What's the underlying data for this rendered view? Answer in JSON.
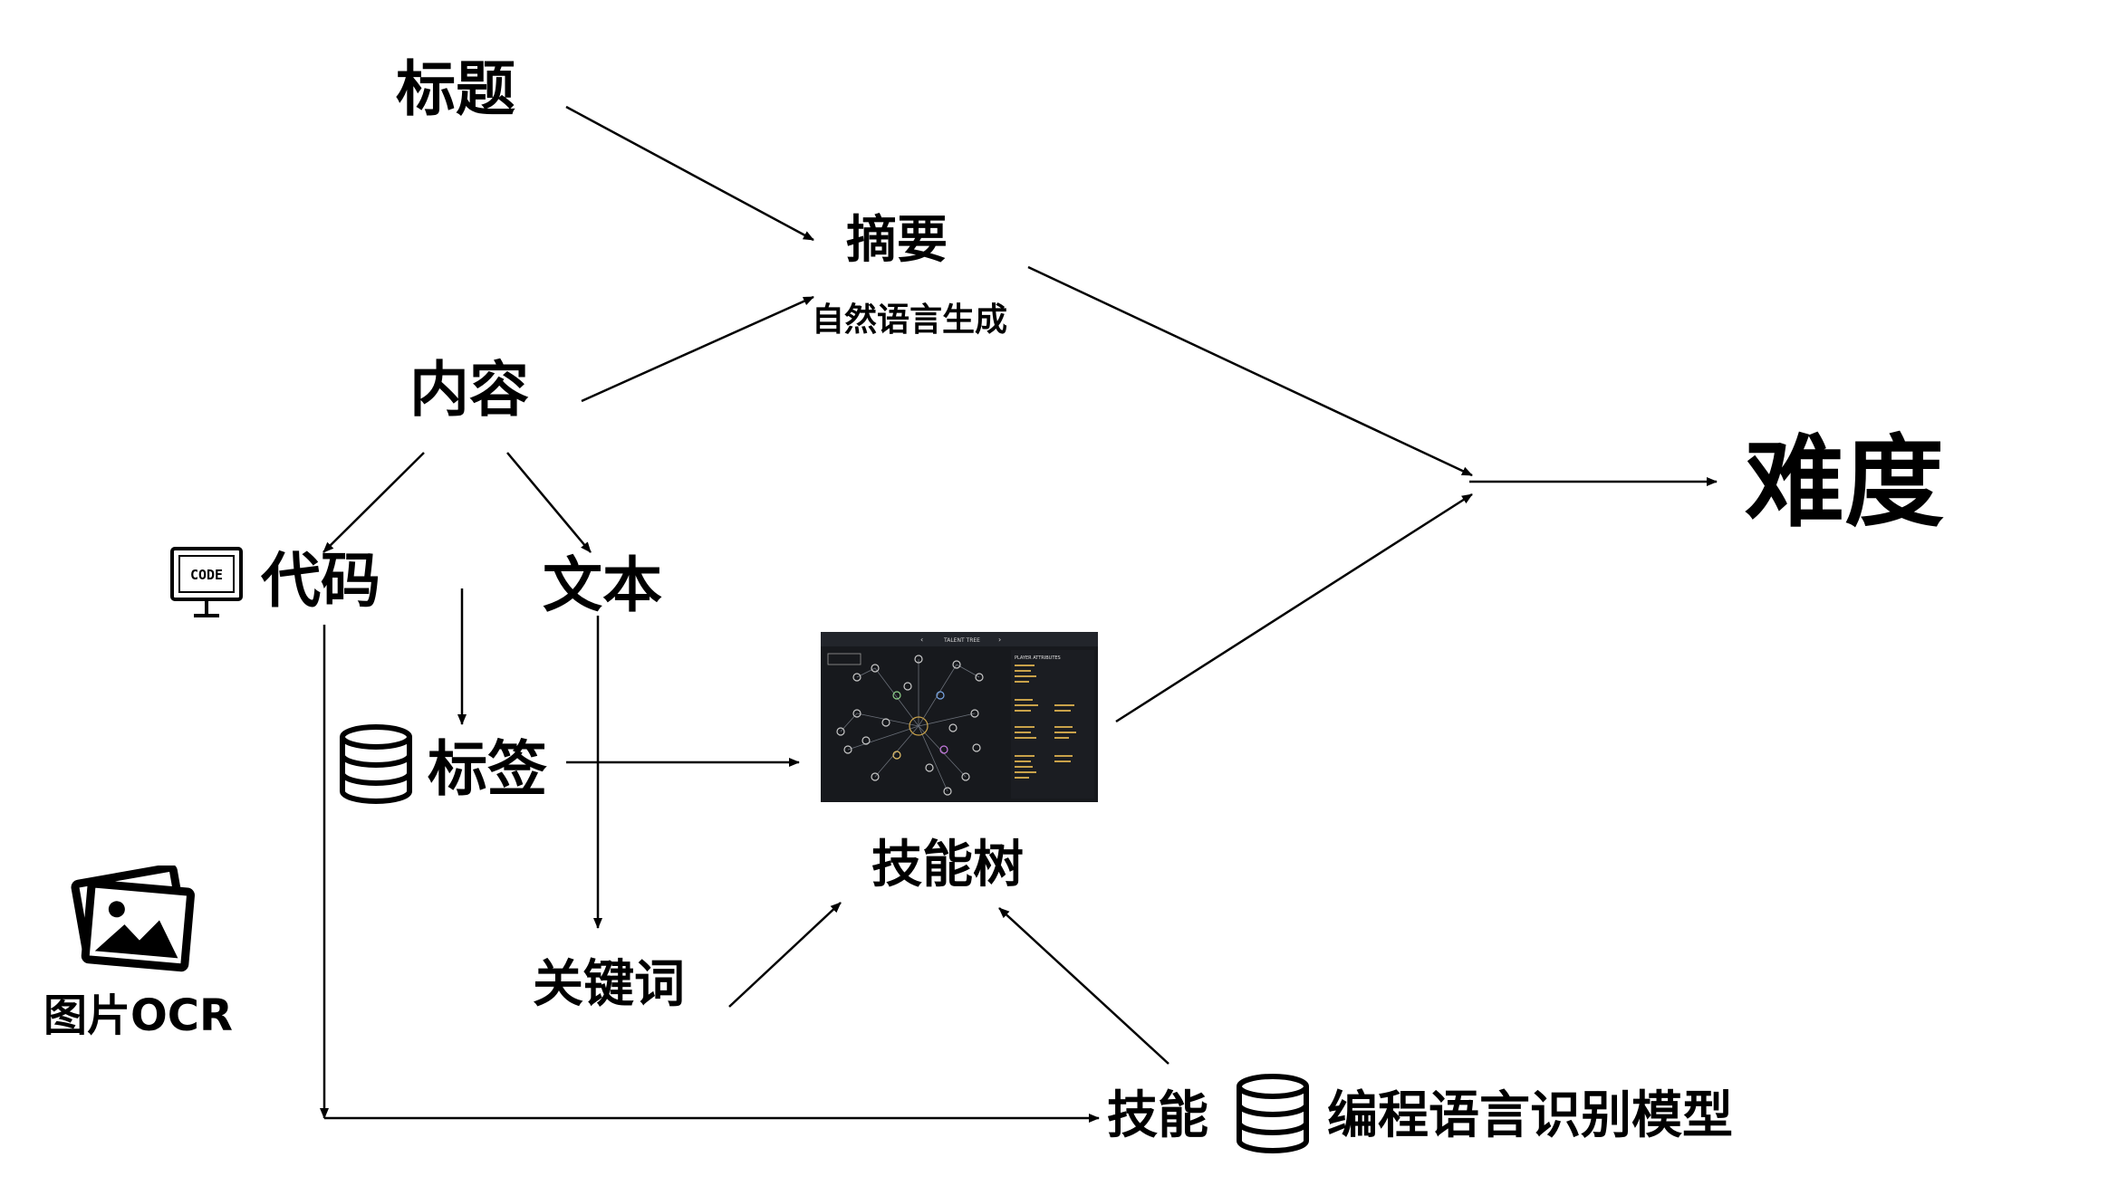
{
  "nodes": {
    "title": "标题",
    "summary": "摘要",
    "nlg": "自然语言生成",
    "content": "内容",
    "code": "代码",
    "text": "文本",
    "tags": "标签",
    "skill_tree": "技能树",
    "keywords": "关键词",
    "skill": "技能",
    "lang_model": "编程语言识别模型",
    "difficulty": "难度",
    "image_ocr": "图片OCR"
  },
  "icons": {
    "code": "code-monitor-icon",
    "tags_db": "database-icon",
    "skill_db": "database-icon",
    "ocr": "photo-gallery-icon",
    "code_label": "CODE"
  },
  "thumbnail": {
    "heading": "TALENT TREE",
    "panel_title": "PLAYER ATTRIBUTES"
  },
  "edges": [
    {
      "from": "标题",
      "to": "摘要"
    },
    {
      "from": "内容",
      "to": "摘要"
    },
    {
      "from": "摘要",
      "to": "难度"
    },
    {
      "from": "内容",
      "to": "代码"
    },
    {
      "from": "内容",
      "to": "文本"
    },
    {
      "from": "内容",
      "to": "标签"
    },
    {
      "from": "标签",
      "to": "技能树"
    },
    {
      "from": "文本",
      "to": "关键词"
    },
    {
      "from": "关键词",
      "to": "技能树"
    },
    {
      "from": "技能",
      "to": "技能树"
    },
    {
      "from": "代码",
      "to": "技能"
    },
    {
      "from": "技能树",
      "to": "难度"
    }
  ],
  "colors": {
    "line": "#000000",
    "background": "#ffffff",
    "thumbnail_bg": "#17191d"
  }
}
